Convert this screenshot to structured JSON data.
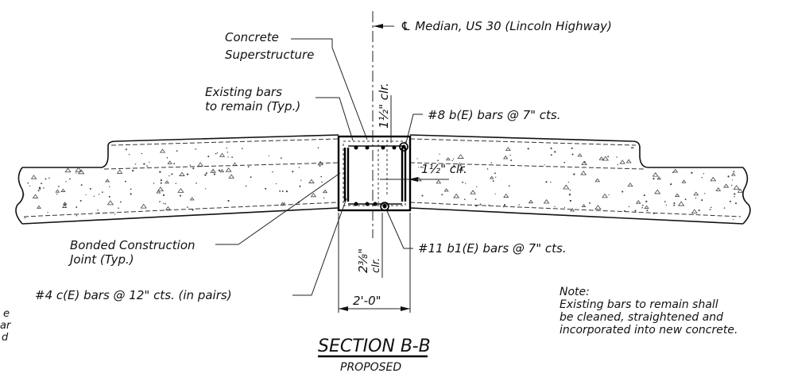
{
  "drawing": {
    "centerline_label": "℄ Median, US 30 (Lincoln Highway)",
    "labels": {
      "concrete_line1": "Concrete",
      "concrete_line2": "Superstructure",
      "existing_line1": "Existing bars",
      "existing_line2": "to remain (Typ.)",
      "bars_8b": "#8 b(E) bars @ 7\" cts.",
      "clr_vertical": "1½\" clr.",
      "clr_horizontal": "1½\" clr.",
      "bonded_line1": "Bonded Construction",
      "bonded_line2": "Joint (Typ.)",
      "clr_bottom_value": "2⅜\"",
      "clr_bottom_unit": "clr.",
      "bars_11b1": "#11 b1(E) bars @ 7\" cts.",
      "bars_4c": "#4 c(E) bars @ 12\" cts. (in pairs)",
      "width_dim": "2'-0\""
    },
    "left_edge_fragments": [
      "e",
      "ar",
      "d"
    ],
    "note": {
      "heading": "Note:",
      "line1": "Existing bars to remain shall",
      "line2": "be cleaned, straightened and",
      "line3": "incorporated into new concrete."
    },
    "title": "SECTION B-B",
    "subtitle": "PROPOSED"
  }
}
